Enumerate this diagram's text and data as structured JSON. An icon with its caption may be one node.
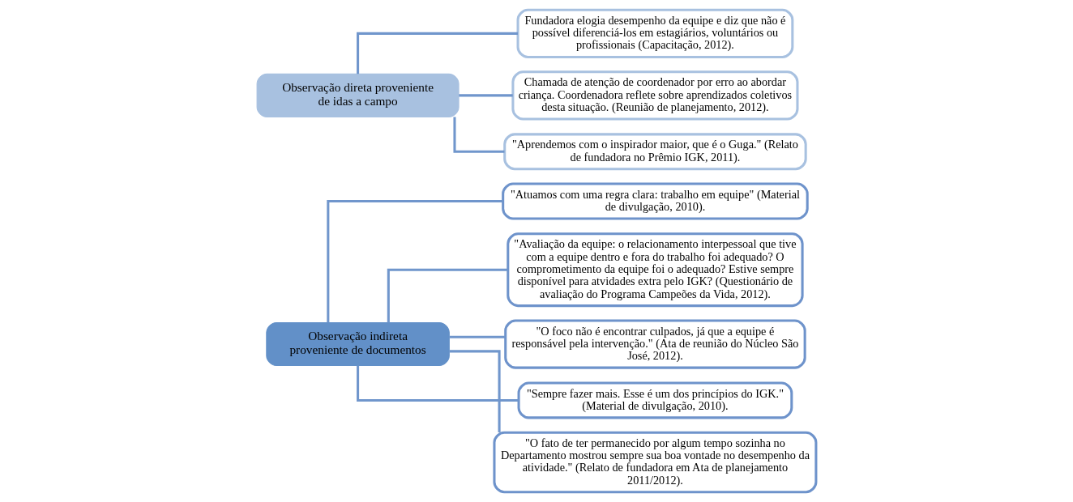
{
  "diagram": {
    "nodes": [
      {
        "text": [
          "Observação indireta proveniente de documentos"
        ]
      },
      {
        "text": [
          "\"Atuamos com uma regra clara: trabalho em equipe\" (Material de divulgação, 2010)."
        ]
      },
      {
        "text": [
          "\"Avaliação da equipe: o relacionamento interpessoal que tive com a equipe dentro e fora do trabalho foi adequado? O comprometimento da equipe foi o adequado? Estive sempre disponível para atvidades extra pelo IGK? (Questionário de avaliação do Programa Campeões da Vida, 2012)."
        ]
      },
      {
        "text": [
          "\"O foco não é encontrar culpados, já que a equipe é responsável pela intervenção.\" (Ata de reunião do Núcleo São José, 2012)."
        ]
      },
      {
        "text": [
          "\"Sempre fazer mais. Esse é um dos princípios do IGK.\" (Material de divulgação, 2010)."
        ]
      },
      {
        "text": [
          "\"O fato de ter permanecido por algum tempo sozinha no Departamento mostrou sempre sua boa vontade no desempenho da atividade.\" (Relato de fundadora em Ata de planejamento 2011/2012)."
        ]
      },
      {
        "text": [
          "Observação direta proveniente de idas a campo"
        ]
      },
      {
        "text": [
          "Fundadora elogia desempenho da equipe e diz que não é possível diferenciá-los em estagiários, voluntários ou profissionais (Capacitação, 2012)."
        ]
      },
      {
        "text": [
          "Chamada de atenção de coordenador por erro ao abordar criança. Coordenadora reflete sobre aprendizados coletivos desta situação. (Reunião de planejamento, 2012)."
        ]
      },
      {
        "text": [
          "\"Aprendemos com o inspirador maior, que é o Guga.\" (Relato de fundadora no Prêmio IGK, 2011)."
        ]
      }
    ],
    "edges": [
      {
        "from": 0,
        "to": 1,
        "arrow": "none"
      },
      {
        "from": 0,
        "to": 2,
        "arrow": "none"
      },
      {
        "from": 0,
        "to": 3,
        "arrow": "none"
      },
      {
        "from": 0,
        "to": 4,
        "arrow": "none"
      },
      {
        "from": 0,
        "to": 5,
        "arrow": "none"
      },
      {
        "from": 6,
        "to": 7,
        "arrow": "none"
      },
      {
        "from": 6,
        "to": 8,
        "arrow": "none"
      },
      {
        "from": 6,
        "to": 9,
        "arrow": "none"
      }
    ]
  }
}
